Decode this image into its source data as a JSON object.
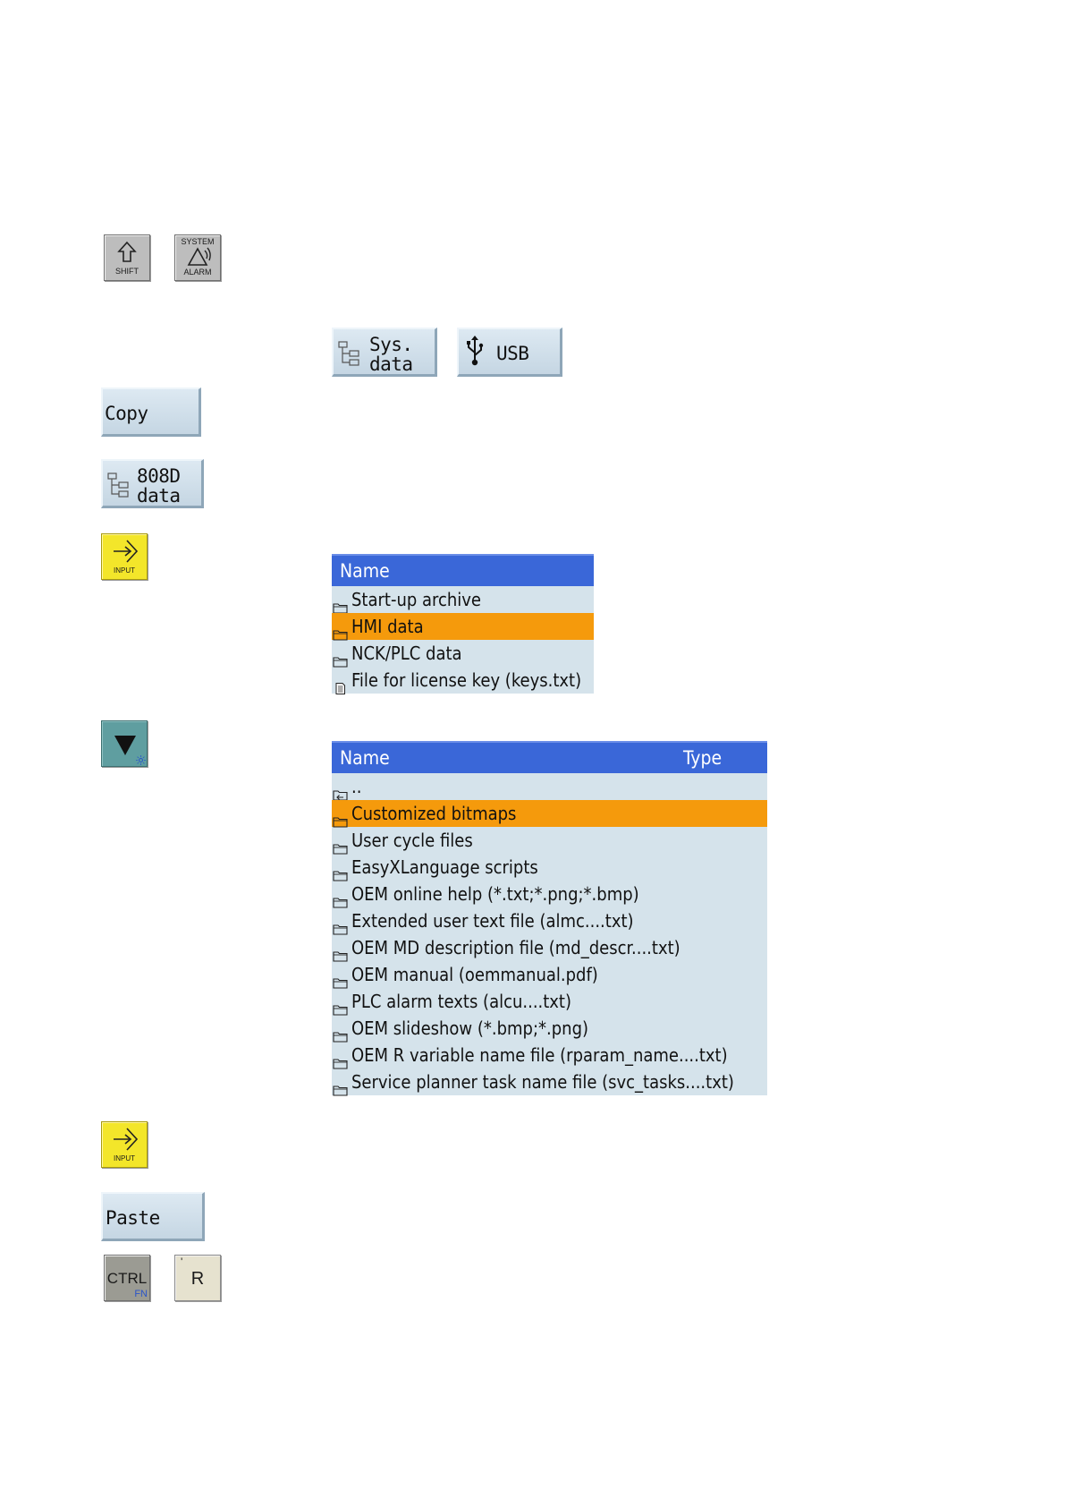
{
  "keys": {
    "shift": {
      "label": "SHIFT"
    },
    "system_alarm": {
      "top": "SYSTEM",
      "bottom": "ALARM"
    },
    "input1": {
      "label": "INPUT"
    },
    "input2": {
      "label": "INPUT"
    },
    "ctrl": {
      "label": "CTRL",
      "sub": "FN"
    },
    "r": {
      "label": "R",
      "mark": "'"
    }
  },
  "softkeys": {
    "sys_data": {
      "line1": "Sys.",
      "line2": "data"
    },
    "usb": {
      "label": "USB"
    },
    "copy": {
      "label": "Copy"
    },
    "d808_data": {
      "line1": "808D",
      "line2": "data"
    },
    "paste": {
      "label": "Paste"
    }
  },
  "list1": {
    "header": {
      "name": "Name"
    },
    "rows": [
      {
        "label": "Start-up archive",
        "icon": "folder-icon"
      },
      {
        "label": "HMI data",
        "icon": "folder-icon",
        "selected": true
      },
      {
        "label": "NCK/PLC data",
        "icon": "folder-icon"
      },
      {
        "label": "File for license key  (keys.txt)",
        "icon": "file-icon"
      }
    ]
  },
  "list2": {
    "header": {
      "name": "Name",
      "type": "Type"
    },
    "rows": [
      {
        "label": "..",
        "icon": "folder-up-icon"
      },
      {
        "label": "Customized bitmaps",
        "icon": "folder-icon",
        "selected": true
      },
      {
        "label": "User cycle files",
        "icon": "folder-icon"
      },
      {
        "label": "EasyXLanguage scripts",
        "icon": "folder-icon"
      },
      {
        "label": "OEM online help (*.txt;*.png;*.bmp)",
        "icon": "folder-icon"
      },
      {
        "label": "Extended user text file (almc....txt)",
        "icon": "folder-icon"
      },
      {
        "label": "OEM MD description file (md_descr....txt)",
        "icon": "folder-icon"
      },
      {
        "label": "OEM manual (oemmanual.pdf)",
        "icon": "folder-icon"
      },
      {
        "label": "PLC alarm texts (alcu....txt)",
        "icon": "folder-icon"
      },
      {
        "label": "OEM slideshow (*.bmp;*.png)",
        "icon": "folder-icon"
      },
      {
        "label": "OEM R variable name file (rparam_name....txt)",
        "icon": "folder-icon"
      },
      {
        "label": "Service planner task name file (svc_tasks....txt)",
        "icon": "folder-icon"
      }
    ]
  },
  "colors": {
    "header_blue": "#3a67d8",
    "selection_orange": "#f59a0c",
    "list_background": "#d5e3eb",
    "input_key_yellow": "#f3e62a",
    "down_key_teal": "#5f9ea0"
  }
}
